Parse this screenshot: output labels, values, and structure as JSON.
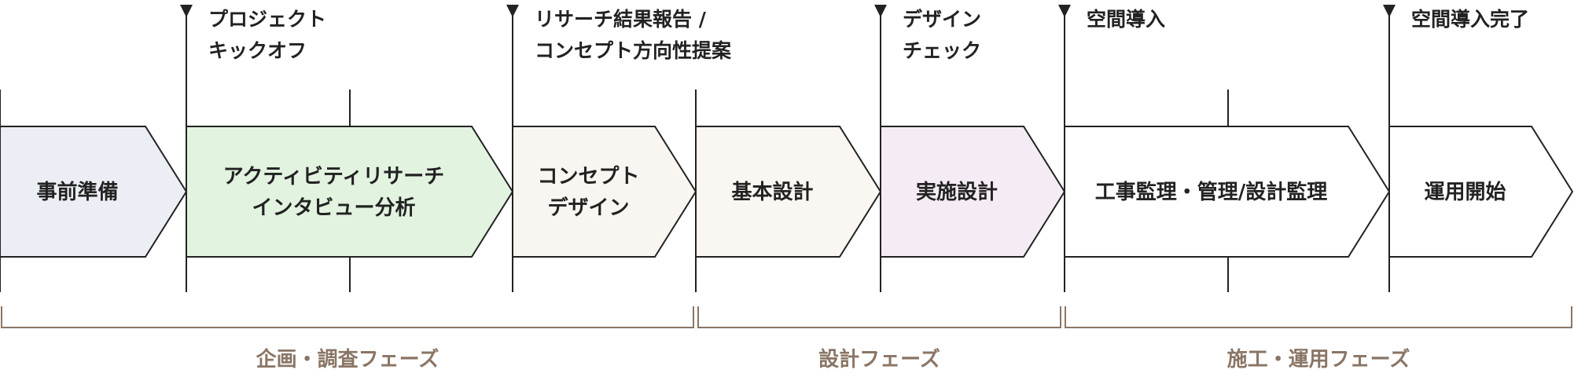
{
  "colors": {
    "stroke": "#222222",
    "bracket": "#8a7565",
    "phase_text": "#8a7565"
  },
  "steps": [
    {
      "lines": [
        "事前準備"
      ],
      "fill": "#eceef5"
    },
    {
      "lines": [
        "アクティビティリサーチ",
        "インタビュー分析"
      ],
      "fill": "#e2f3e0"
    },
    {
      "lines": [
        "コンセプト",
        "デザイン"
      ],
      "fill": "#f9f6f1"
    },
    {
      "lines": [
        "基本設計"
      ],
      "fill": "#faf6f1"
    },
    {
      "lines": [
        "実施設計"
      ],
      "fill": "#f5ebf4"
    },
    {
      "lines": [
        "工事監理・管理/設計監理"
      ],
      "fill": "#ffffff"
    },
    {
      "lines": [
        "運用開始"
      ],
      "fill": "#ffffff"
    }
  ],
  "milestones": [
    {
      "lines": [
        "プロジェクト",
        "キックオフ"
      ]
    },
    {
      "lines": [
        "リサーチ結果報告 /",
        "コンセプト方向性提案"
      ]
    },
    {
      "lines": [
        "デザイン",
        "チェック"
      ]
    },
    {
      "lines": [
        "空間導入"
      ]
    },
    {
      "lines": [
        "空間導入完了"
      ]
    }
  ],
  "phases": [
    {
      "label": "企画・調査フェーズ"
    },
    {
      "label": "設計フェーズ"
    },
    {
      "label": "施工・運用フェーズ"
    }
  ]
}
